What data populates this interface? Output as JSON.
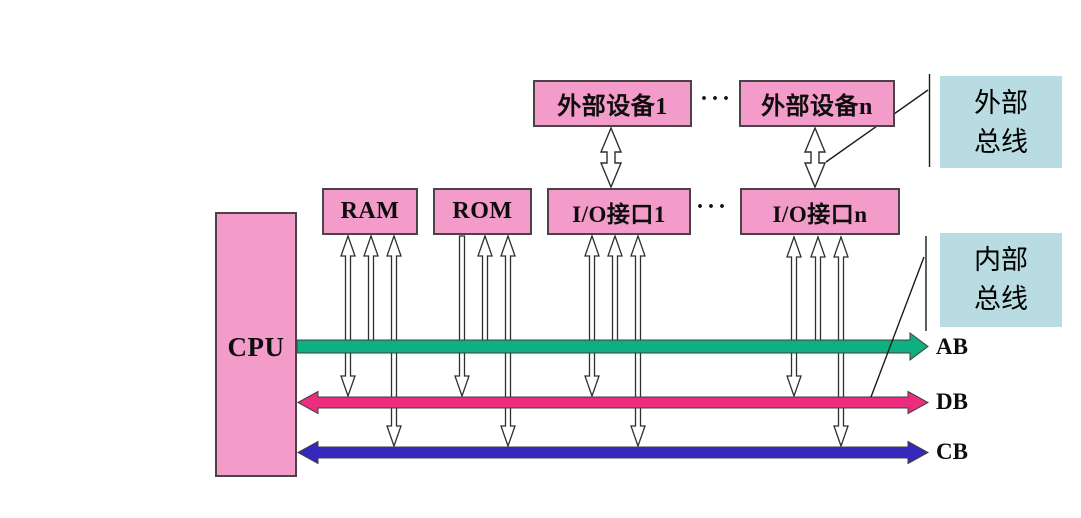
{
  "nodes": {
    "cpu": "CPU",
    "ram": "RAM",
    "rom": "ROM",
    "io_port_1": "I/O接口1",
    "io_port_n": "I/O接口n",
    "ext_device_1": "外部设备1",
    "ext_device_n": "外部设备n"
  },
  "ellipsis": {
    "top": "···",
    "middle": "···"
  },
  "buses": {
    "address": {
      "label": "AB",
      "color": "#0FAF82"
    },
    "data": {
      "label": "DB",
      "color": "#EE2C7D"
    },
    "control": {
      "label": "CB",
      "color": "#3628BE"
    }
  },
  "callouts": {
    "external_bus": {
      "line1": "外部",
      "line2": "总线"
    },
    "internal_bus": {
      "line1": "内部",
      "line2": "总线"
    }
  },
  "colors": {
    "node_fill": "#F39BC9",
    "node_border": "#4A4448",
    "callout_fill": "#B9DCE2",
    "outline": "#2F2F2F"
  }
}
